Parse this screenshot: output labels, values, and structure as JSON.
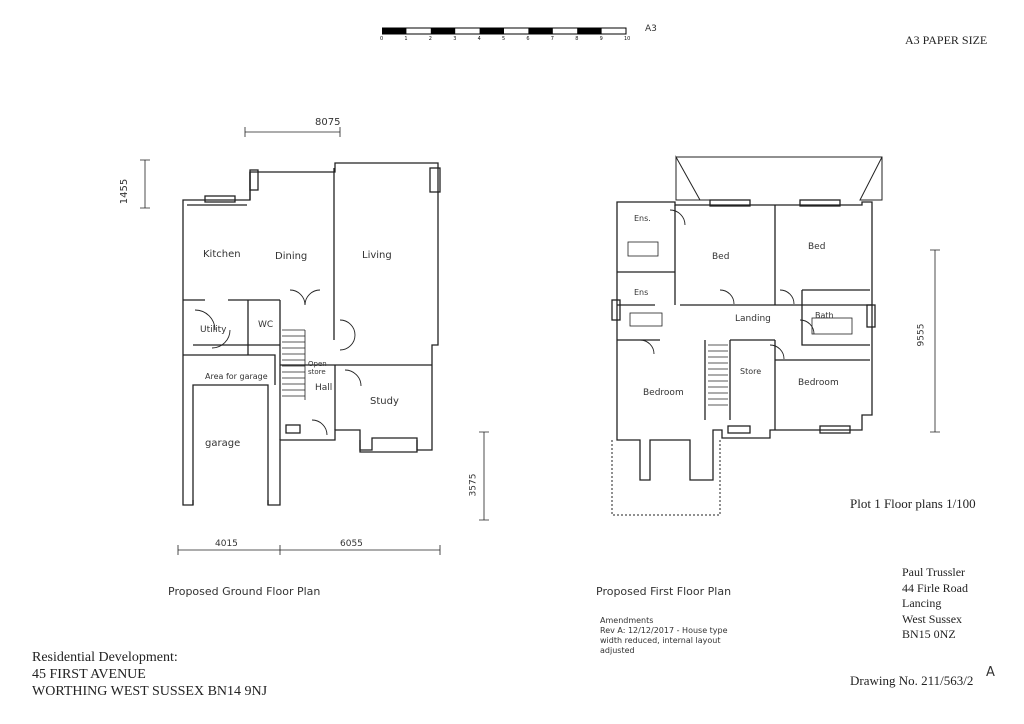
{
  "scale_bar": {
    "ticks": [
      "0",
      "1",
      "2",
      "3",
      "4",
      "5",
      "6",
      "7",
      "8",
      "9",
      "10"
    ],
    "label": "A3"
  },
  "paper_size": "A3 PAPER SIZE",
  "ground_floor": {
    "title": "Proposed Ground Floor Plan",
    "dims": {
      "top": "8075",
      "left": "1455",
      "bottom_left": "4015",
      "bottom_right": "6055",
      "right": "3575"
    },
    "rooms": {
      "kitchen": "Kitchen",
      "dining": "Dining",
      "living": "Living",
      "utility": "Utility",
      "wc": "WC",
      "area_garage": "Area for garage",
      "open_store": "Open store",
      "hall": "Hall",
      "study": "Study",
      "garage": "garage"
    }
  },
  "first_floor": {
    "title": "Proposed First Floor Plan",
    "dims": {
      "right": "9555"
    },
    "rooms": {
      "ens1": "Ens.",
      "bed1": "Bed",
      "bed2": "Bed",
      "ens2": "Ens",
      "landing": "Landing",
      "bath": "Bath",
      "bedroom1": "Bedroom",
      "store": "Store",
      "bedroom2": "Bedroom"
    }
  },
  "amendments": {
    "heading": "Amendments",
    "line1": "Rev A: 12/12/2017 - House type",
    "line2": "width reduced, internal layout",
    "line3": "adjusted"
  },
  "plot_label": "Plot 1 Floor plans 1/100",
  "address": {
    "name": "Paul Trussler",
    "line1": "44 Firle Road",
    "line2": "Lancing",
    "line3": "West Sussex",
    "postcode": "BN15 0NZ"
  },
  "project": {
    "line1": "Residential Development:",
    "line2": "45 FIRST AVENUE",
    "line3": "WORTHING WEST SUSSEX BN14 9NJ"
  },
  "drawing_no": "Drawing No. 211/563/2",
  "revision": "A"
}
